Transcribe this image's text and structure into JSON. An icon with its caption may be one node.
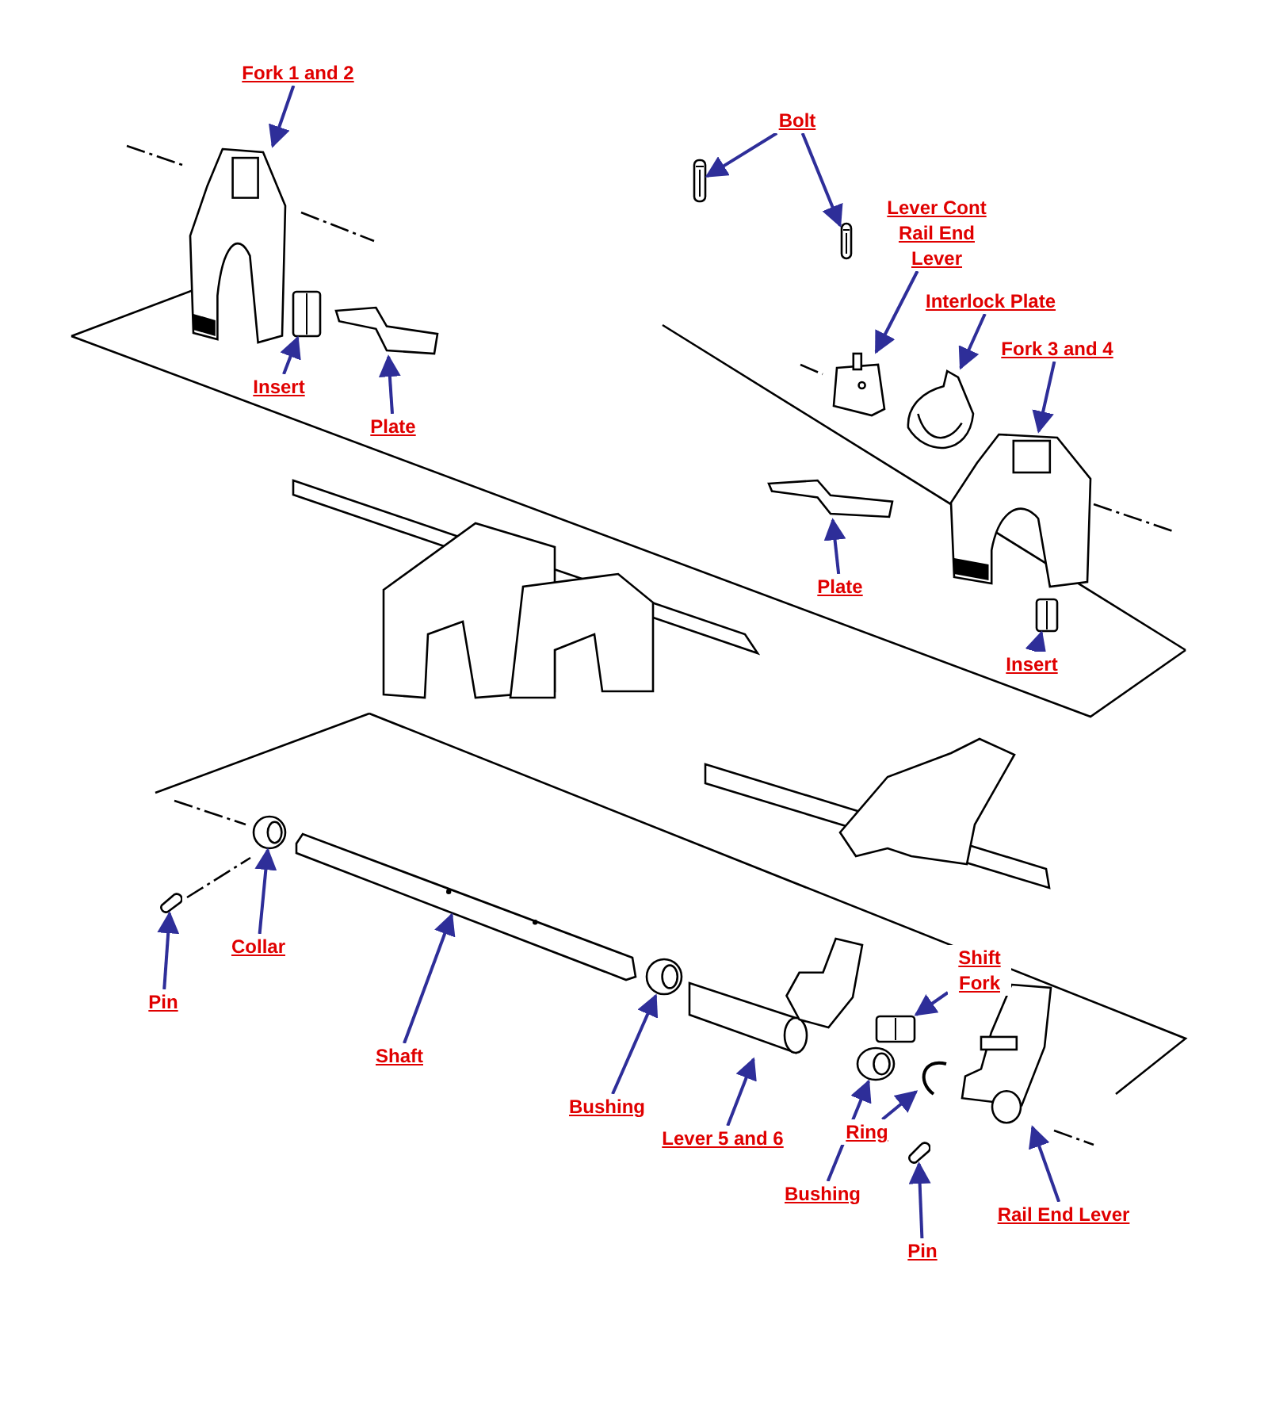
{
  "diagram": {
    "nodes": [
      {
        "text": [
          "Fork 1 and 2"
        ]
      },
      {
        "text": [],
        "shape": "picture"
      },
      {
        "text": [
          "Bolt"
        ]
      },
      {
        "text": [],
        "shape": "picture"
      },
      {
        "text": [],
        "shape": "picture"
      },
      {
        "text": [
          "Lever Cont",
          "Rail End Lever"
        ]
      },
      {
        "text": [],
        "shape": "picture"
      },
      {
        "text": [
          "Interlock Plate"
        ]
      },
      {
        "text": [],
        "shape": "picture"
      },
      {
        "text": [
          "Fork 3 and 4"
        ]
      },
      {
        "text": [],
        "shape": "picture"
      },
      {
        "text": [
          "Insert"
        ]
      },
      {
        "text": [],
        "shape": "picture"
      },
      {
        "text": [
          "Plate"
        ]
      },
      {
        "text": [],
        "shape": "picture"
      },
      {
        "text": [
          "Plate"
        ]
      },
      {
        "text": [],
        "shape": "picture"
      },
      {
        "text": [
          "Insert"
        ]
      },
      {
        "text": [],
        "shape": "picture"
      },
      {
        "text": [
          "Pin"
        ]
      },
      {
        "text": [],
        "shape": "picture"
      },
      {
        "text": [
          "Collar"
        ]
      },
      {
        "text": [],
        "shape": "picture"
      },
      {
        "text": [
          "Shaft"
        ]
      },
      {
        "text": [],
        "shape": "picture"
      },
      {
        "text": [
          "Bushing"
        ]
      },
      {
        "text": [],
        "shape": "picture"
      },
      {
        "text": [
          "Lever 5 and 6"
        ]
      },
      {
        "text": [],
        "shape": "picture"
      },
      {
        "text": [
          "Shift Fork"
        ]
      },
      {
        "text": [],
        "shape": "picture"
      },
      {
        "text": [
          "Bushing"
        ]
      },
      {
        "text": [],
        "shape": "picture"
      },
      {
        "text": [
          "Ring"
        ]
      },
      {
        "text": [],
        "shape": "picture"
      },
      {
        "text": [
          "Pin"
        ]
      },
      {
        "text": [],
        "shape": "picture"
      },
      {
        "text": [
          "Rail End Lever"
        ]
      },
      {
        "text": [],
        "shape": "picture"
      }
    ],
    "edges": [
      {
        "from": 0,
        "to": 1,
        "arrow": "to"
      },
      {
        "from": 2,
        "to": 3,
        "arrow": "to"
      },
      {
        "from": 2,
        "to": 4,
        "arrow": "to"
      },
      {
        "from": 5,
        "to": 6,
        "arrow": "to"
      },
      {
        "from": 7,
        "to": 8,
        "arrow": "to"
      },
      {
        "from": 9,
        "to": 10,
        "arrow": "to"
      },
      {
        "from": 11,
        "to": 12,
        "arrow": "to"
      },
      {
        "from": 13,
        "to": 14,
        "arrow": "to"
      },
      {
        "from": 15,
        "to": 16,
        "arrow": "to"
      },
      {
        "from": 17,
        "to": 18,
        "arrow": "to"
      },
      {
        "from": 19,
        "to": 20,
        "arrow": "to"
      },
      {
        "from": 21,
        "to": 22,
        "arrow": "to"
      },
      {
        "from": 23,
        "to": 24,
        "arrow": "to"
      },
      {
        "from": 25,
        "to": 26,
        "arrow": "to"
      },
      {
        "from": 27,
        "to": 28,
        "arrow": "to"
      },
      {
        "from": 29,
        "to": 30,
        "arrow": "to"
      },
      {
        "from": 31,
        "to": 32,
        "arrow": "to"
      },
      {
        "from": 33,
        "to": 34,
        "arrow": "to"
      },
      {
        "from": 35,
        "to": 36,
        "arrow": "to"
      },
      {
        "from": 37,
        "to": 38,
        "arrow": "to"
      }
    ]
  }
}
